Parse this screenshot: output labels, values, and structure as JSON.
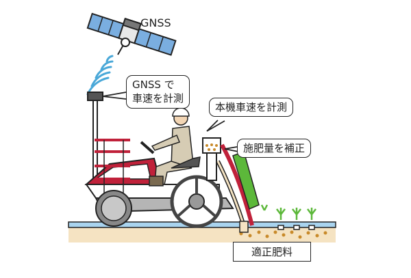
{
  "diagram": {
    "title": "",
    "satellite_label": "GNSS",
    "callouts": {
      "gnss_speed": {
        "line1": "GNSS で",
        "line2": "車速を計測"
      },
      "machine_speed": "本機車速を計測",
      "fertilizer_correction": "施肥量を補正",
      "proper_fertilizer": "適正肥料"
    },
    "colors": {
      "solar_panel": "#7aaee0",
      "signal_wave": "#4aa8d8",
      "machine_red": "#c0213a",
      "machine_gray": "#b5b5b5",
      "water": "#a9d4ef",
      "soil": "#f5e3c2",
      "fertilizer": "#c88a2a",
      "seedling": "#5cb83a",
      "worker_suit": "#d6ccb4",
      "outline": "#222222"
    }
  }
}
